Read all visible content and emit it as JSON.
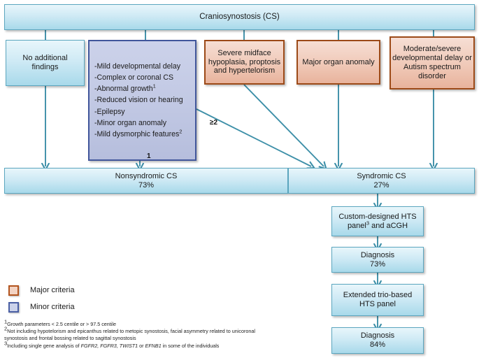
{
  "diagram": {
    "title_box": {
      "label": "Craniosynostosis (CS)"
    },
    "branches": [
      {
        "id": "no-additional-findings",
        "label": "No additional\nfindings",
        "type": "blue"
      },
      {
        "id": "minor-criteria-list",
        "type": "minor",
        "items": [
          "-Mild developmental delay",
          "-Complex or coronal CS",
          "-Abnormal growth",
          "-Reduced vision or hearing",
          "-Epilepsy",
          "-Minor organ anomaly",
          "-Mild dysmorphic features"
        ],
        "item_superscripts": [
          "",
          "",
          "1",
          "",
          "",
          "",
          "2"
        ]
      },
      {
        "id": "severe-midface",
        "label": "Severe midface\nhypoplasia, proptosis\nand hypertelorism",
        "type": "major"
      },
      {
        "id": "major-organ-anomaly",
        "label": "Major organ anomaly",
        "type": "major"
      },
      {
        "id": "moderate-severe-dd-asd",
        "label": "Moderate/severe\ndevelopmental delay or\nAutism spectrum\ndisorder",
        "type": "major"
      }
    ],
    "edge_labels": {
      "one": "1",
      "two_or_more": "≥2"
    },
    "outcomes": [
      {
        "id": "nonsyndromic-cs",
        "label": "Nonsyndromic CS",
        "value": "73%"
      },
      {
        "id": "syndromic-cs",
        "label": "Syndromic CS",
        "value": "27%"
      }
    ],
    "workflow": [
      {
        "id": "custom-hts-panel",
        "label": "Custom-designed HTS\npanel",
        "superscript": "3",
        "label_tail": " and aCGH",
        "value": ""
      },
      {
        "id": "diagnosis-1",
        "label": "Diagnosis",
        "value": "73%"
      },
      {
        "id": "extended-trio-hts",
        "label": "Extended trio-based\nHTS panel",
        "value": ""
      },
      {
        "id": "diagnosis-2",
        "label": "Diagnosis",
        "value": "84%"
      }
    ],
    "legend": [
      {
        "id": "major-criteria",
        "label": "Major criteria",
        "color": "#b3541e"
      },
      {
        "id": "minor-criteria",
        "label": "Minor criteria",
        "color": "#4a5fa4"
      }
    ],
    "footnotes": [
      {
        "marker": "1",
        "text": "Growth parameters < 2.5 centile or > 97.5 centile"
      },
      {
        "marker": "2",
        "text": "Not including hypotelorism and epicanthus related to metopic synostosis, facial  asymmetry related to unicoronal"
      },
      {
        "marker": "",
        "text": "synostosis and frontal bossing related to sagittal synostosis"
      },
      {
        "marker": "3",
        "text": "Including single gene analysis of ",
        "genes": "FGFR2, FGFR3, TWIST1",
        "text_mid": " or ",
        "gene_last": "EFNB1",
        "text_end": " in some of the individuals"
      }
    ],
    "colors": {
      "blue_border": "#5ba6bf",
      "orange_border": "#9c4a18",
      "purple_border": "#41569b",
      "arrow": "#3d8fa8"
    }
  }
}
